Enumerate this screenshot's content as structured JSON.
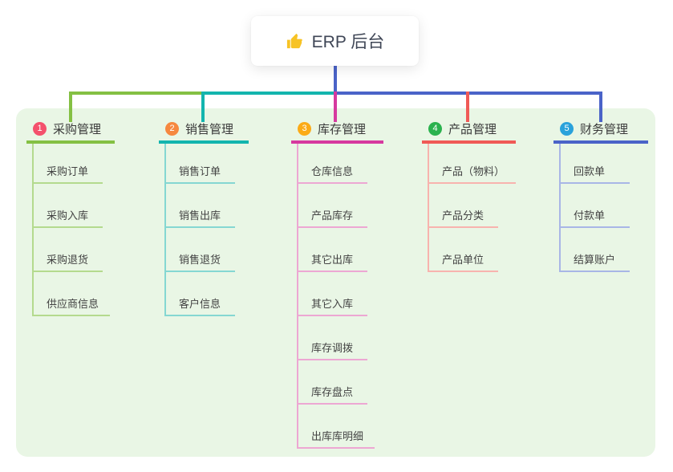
{
  "root": {
    "label": "ERP 后台",
    "icon": "thumbs-up",
    "icon_color": "#f7c325"
  },
  "panel_color": "#e9f6e5",
  "branches": [
    {
      "num": "1",
      "label": "采购管理",
      "badge_color": "#f4516c",
      "line_color": "#84c043",
      "line_color_light": "#b4da8e",
      "children": [
        "采购订单",
        "采购入库",
        "采购退货",
        "供应商信息"
      ]
    },
    {
      "num": "2",
      "label": "销售管理",
      "badge_color": "#f6883f",
      "line_color": "#13b5ae",
      "line_color_light": "#85d7d2",
      "children": [
        "销售订单",
        "销售出库",
        "销售退货",
        "客户信息"
      ]
    },
    {
      "num": "3",
      "label": "库存管理",
      "badge_color": "#fbab17",
      "line_color": "#d6399f",
      "line_color_light": "#eda7d3",
      "children": [
        "仓库信息",
        "产品库存",
        "其它出库",
        "其它入库",
        "库存调拨",
        "库存盘点",
        "出库库明细"
      ]
    },
    {
      "num": "4",
      "label": "产品管理",
      "badge_color": "#2bb24e",
      "line_color": "#f05a56",
      "line_color_light": "#f8b3ae",
      "children": [
        "产品（物料）",
        "产品分类",
        "产品单位"
      ]
    },
    {
      "num": "5",
      "label": "财务管理",
      "badge_color": "#2aa2db",
      "line_color": "#4a63c8",
      "line_color_light": "#a8b6e6",
      "children": [
        "回款单",
        "付款单",
        "结算账户"
      ]
    }
  ]
}
